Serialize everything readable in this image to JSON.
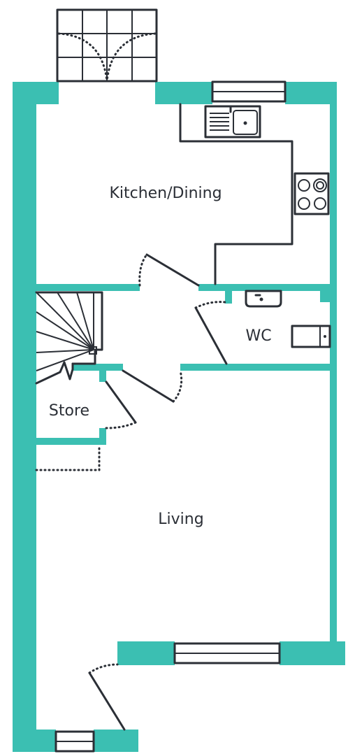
{
  "rooms": {
    "kitchen": "Kitchen/Dining",
    "wc": "WC",
    "store": "Store",
    "living": "Living"
  },
  "colors": {
    "wall": "#3bbfb2",
    "line": "#2b2f36",
    "background": "#ffffff"
  }
}
